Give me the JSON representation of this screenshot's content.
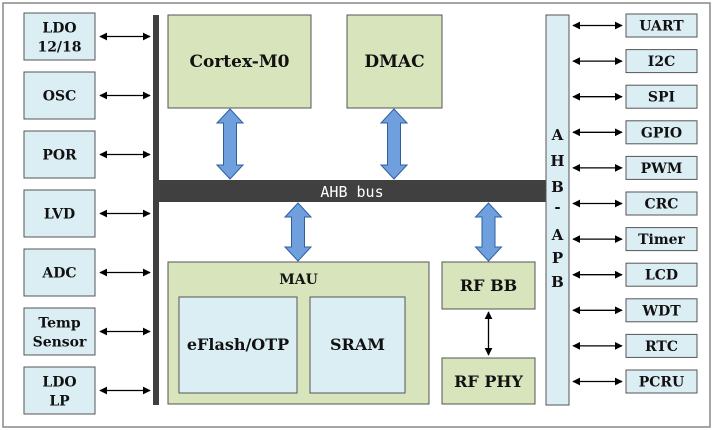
{
  "left_peripherals": [
    {
      "lines": [
        "LDO",
        "12/18"
      ]
    },
    {
      "lines": [
        "OSC"
      ]
    },
    {
      "lines": [
        "POR"
      ]
    },
    {
      "lines": [
        "LVD"
      ]
    },
    {
      "lines": [
        "ADC"
      ]
    },
    {
      "lines": [
        "Temp",
        "Sensor"
      ]
    },
    {
      "lines": [
        "LDO",
        "LP"
      ]
    }
  ],
  "cores": {
    "cortex": "Cortex-M0",
    "dmac": "DMAC"
  },
  "ahb_bus": "AHB bus",
  "mau": {
    "label": "MAU",
    "eflash": "eFlash/OTP",
    "sram": "SRAM"
  },
  "rf": {
    "bb": "RF BB",
    "phy": "RF PHY"
  },
  "bridge_letters": [
    "A",
    "H",
    "B",
    "-",
    "A",
    "P",
    "B"
  ],
  "right_peripherals": [
    "UART",
    "I2C",
    "SPI",
    "GPIO",
    "PWM",
    "CRC",
    "Timer",
    "LCD",
    "WDT",
    "RTC",
    "PCRU"
  ],
  "colors": {
    "peripheral_fill": "#dbeef4",
    "core_fill": "#d7e4bc",
    "memory_fill": "#dbeef4",
    "bus_fill": "#404040",
    "arrow_fill": "#6f9fdc",
    "border": "#555555"
  }
}
